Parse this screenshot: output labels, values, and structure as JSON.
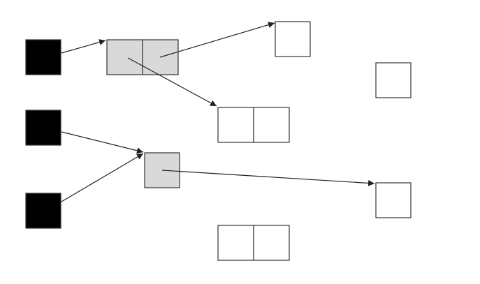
{
  "colors": {
    "background": "#ffffff",
    "root_fill": "#000000",
    "marked_fill": "#d9d9d9",
    "unmarked_fill": "#ffffff",
    "stroke": "#333333",
    "arrow": "#222222"
  },
  "diagram": {
    "roots": [
      {
        "id": "root-1"
      },
      {
        "id": "root-2"
      },
      {
        "id": "root-3"
      }
    ],
    "objects": [
      {
        "id": "obj-a",
        "cells": 2,
        "state": "marked"
      },
      {
        "id": "obj-b",
        "cells": 1,
        "state": "unmarked"
      },
      {
        "id": "obj-c",
        "cells": 1,
        "state": "unmarked"
      },
      {
        "id": "obj-d",
        "cells": 2,
        "state": "unmarked"
      },
      {
        "id": "obj-e",
        "cells": 1,
        "state": "marked"
      },
      {
        "id": "obj-f",
        "cells": 1,
        "state": "unmarked"
      },
      {
        "id": "obj-g",
        "cells": 2,
        "state": "unmarked"
      }
    ],
    "references": [
      {
        "from": "root-1",
        "to": "obj-a"
      },
      {
        "from": "obj-a",
        "to": "obj-b"
      },
      {
        "from": "obj-a",
        "to": "obj-d"
      },
      {
        "from": "root-2",
        "to": "obj-e"
      },
      {
        "from": "root-3",
        "to": "obj-e"
      },
      {
        "from": "obj-e",
        "to": "obj-f"
      }
    ]
  }
}
